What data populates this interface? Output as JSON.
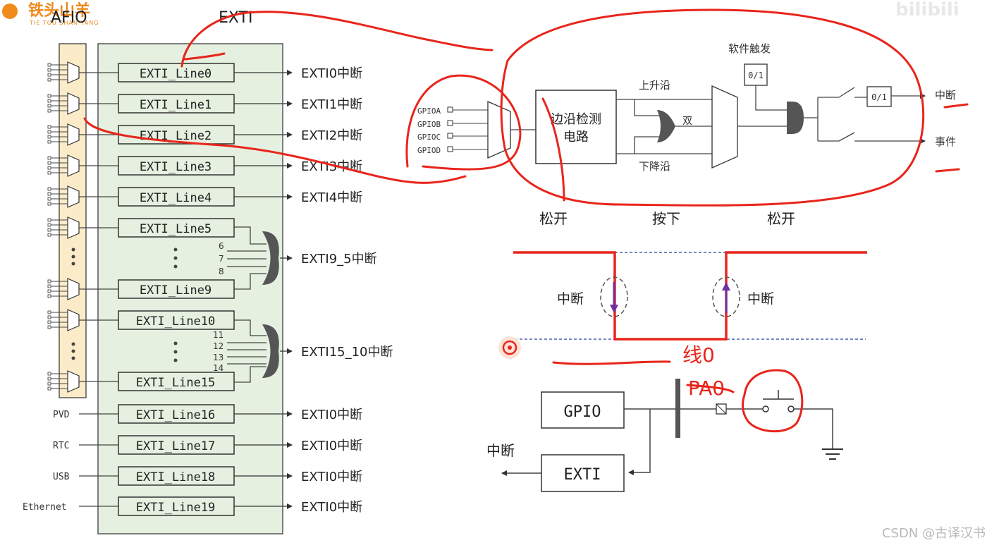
{
  "logo": {
    "name": "铁头山羊",
    "sub": "TIE TOU SHAN YANG"
  },
  "afio_label": "AFIO",
  "exti_label": "EXTI",
  "lines": [
    "EXTI_Line0",
    "EXTI_Line1",
    "EXTI_Line2",
    "EXTI_Line3",
    "EXTI_Line4",
    "EXTI_Line5",
    "EXTI_Line9",
    "EXTI_Line10",
    "EXTI_Line15",
    "EXTI_Line16",
    "EXTI_Line17",
    "EXTI_Line18",
    "EXTI_Line19"
  ],
  "outputs": [
    "EXTI0中断",
    "EXTI1中断",
    "EXTI2中断",
    "EXTI3中断",
    "EXTI4中断",
    "EXTI9_5中断",
    "EXTI15_10中断",
    "EXTI0中断",
    "EXTI0中断",
    "EXTI0中断",
    "EXTI0中断"
  ],
  "mid_numbers_9_5": [
    "6",
    "7",
    "8"
  ],
  "mid_numbers_15_10": [
    "11",
    "12",
    "13",
    "14"
  ],
  "side_inputs": [
    "PVD",
    "RTC",
    "USB",
    "Ethernet"
  ],
  "mux_inputs": [
    "GPIOA",
    "GPIOB",
    "GPIOC",
    "GPIOD"
  ],
  "edge_block": {
    "line1": "边沿检测",
    "line2": "电路"
  },
  "rising": "上升沿",
  "falling": "下降沿",
  "double": "双",
  "software_trigger": "软件触发",
  "reg_value": "0/1",
  "out_interrupt": "中断",
  "out_event": "事件",
  "states": [
    "松开",
    "按下",
    "松开"
  ],
  "waveform_int_label": "中断",
  "circuit": {
    "gpio": "GPIO",
    "exti": "EXTI",
    "interrupt": "中断"
  },
  "handwriting": {
    "line0": "线0",
    "pa0": "PA0"
  },
  "watermark_top": "bilibili",
  "watermark": "CSDN @古译汉书",
  "colors": {
    "annotation": "#e8251c",
    "afio_fill": "#fcebc8",
    "exti_fill": "#e5f0e0",
    "gate": "#555555",
    "arrow": "#7030a0",
    "dash": "#2040a0"
  }
}
